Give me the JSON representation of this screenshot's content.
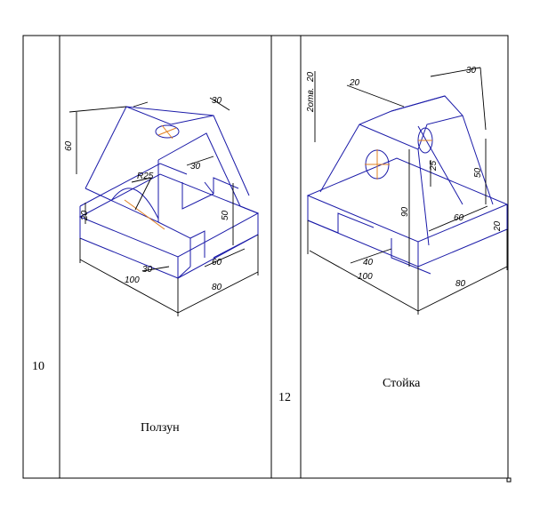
{
  "table": {
    "cells": [
      {
        "number": "10",
        "caption": "Ползун",
        "dimensions": [
          "60",
          "30",
          "R25",
          "30",
          "50",
          "20",
          "30",
          "60",
          "100",
          "80"
        ]
      },
      {
        "number": "12",
        "caption": "Стойка",
        "dimensions": [
          "2отв.",
          "20",
          "20",
          "30",
          "25",
          "50",
          "90",
          "60",
          "40",
          "100",
          "80",
          "20"
        ]
      }
    ]
  }
}
